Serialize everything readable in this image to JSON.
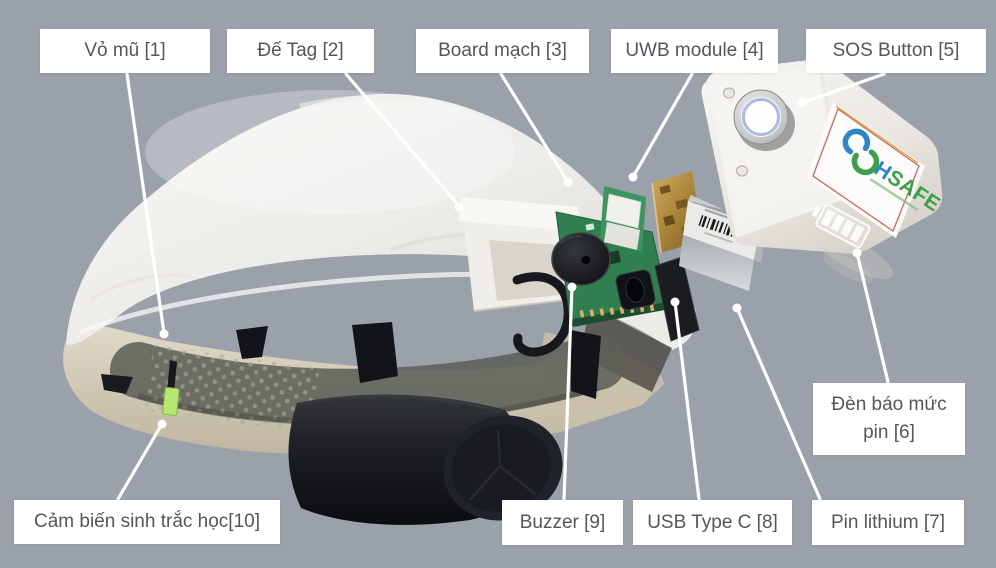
{
  "callouts": [
    {
      "label": "Vỏ mũ [1]"
    },
    {
      "label": "Đế Tag [2]"
    },
    {
      "label": "Board mạch [3]"
    },
    {
      "label": "UWB module [4]"
    },
    {
      "label": "SOS Button [5]"
    },
    {
      "label": "Đèn báo mức pin [6]"
    },
    {
      "label": "Pin lithium [7]"
    },
    {
      "label": "USB Type C [8]"
    },
    {
      "label": "Buzzer [9]"
    },
    {
      "label": "Cảm biến sinh trắc học[10]"
    }
  ],
  "branding": {
    "logo_h": "H",
    "logo_safe": "SAFE"
  },
  "colors": {
    "background": "#9aa1ab",
    "label_bg": "#ffffff",
    "label_text": "#53575c",
    "callout_line": "#ffffff",
    "helmet_white": "#f2f1ee",
    "brim_underside": "#d6cbb2",
    "pcb_green": "#2f7f4f",
    "logo_blue": "#2e86c8",
    "logo_green": "#3aa04b",
    "sensor_green": "#b6e76e",
    "sos_ring_blue": "#a9bce0"
  }
}
